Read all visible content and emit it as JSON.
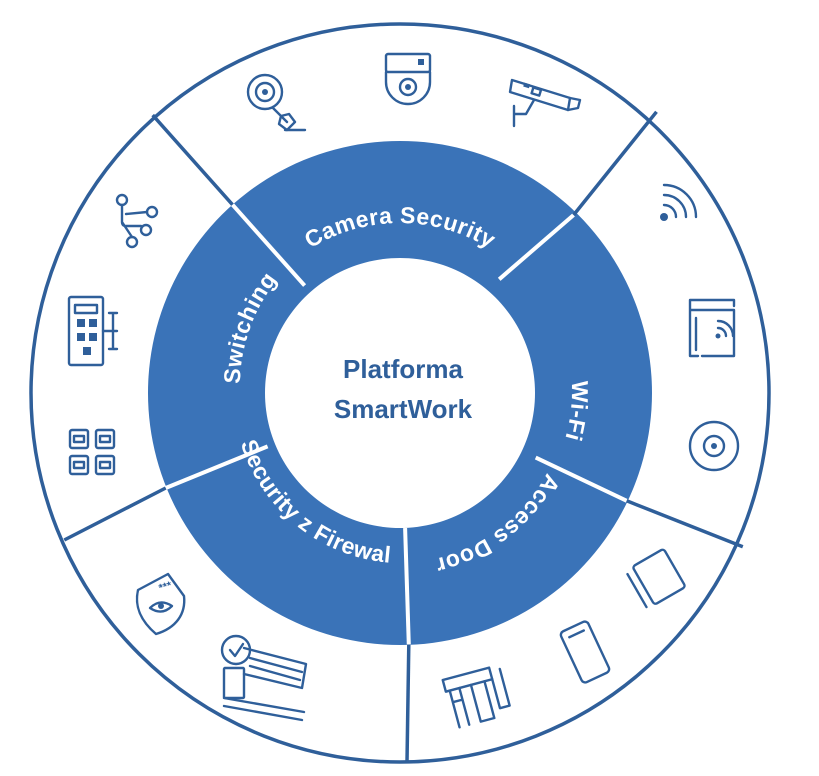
{
  "center": {
    "line1": "Platforma",
    "line2": "SmartWork"
  },
  "colors": {
    "primary": "#3a73b8",
    "outline": "#2f5f9a",
    "text_center": "#2f5f9a",
    "text_segment": "#ffffff",
    "background": "#ffffff"
  },
  "segments": [
    {
      "label": "Camera Security",
      "icons": [
        "round-webcam-icon",
        "dome-camera-icon",
        "bullet-camera-icon"
      ]
    },
    {
      "label": "Wi-Fi",
      "icons": [
        "wifi-signal-icon",
        "wifi-router-icon",
        "access-point-icon"
      ]
    },
    {
      "label": "Access Door",
      "icons": [
        "access-card-icon",
        "door-phone-icon",
        "turnstile-gate-icon"
      ]
    },
    {
      "label": "Security z Firewall",
      "icons": [
        "shield-eye-icon",
        "firewall-server-icon"
      ]
    },
    {
      "label": "Switching",
      "icons": [
        "network-tree-icon",
        "network-switch-icon",
        "ethernet-ports-icon"
      ]
    }
  ]
}
